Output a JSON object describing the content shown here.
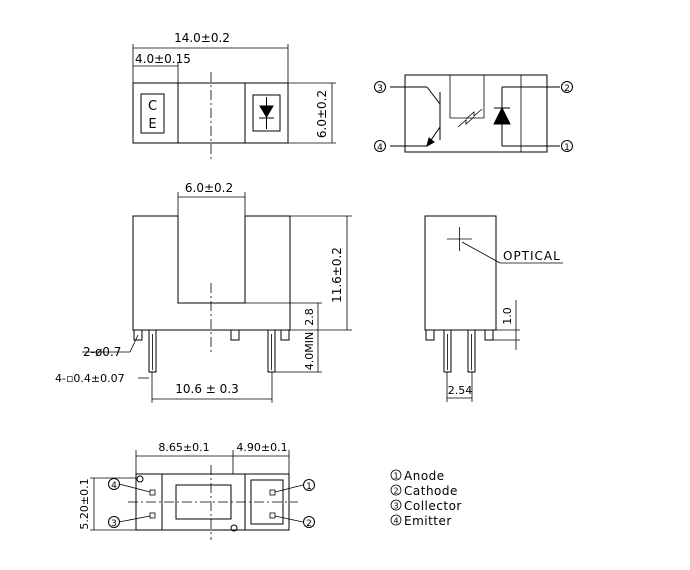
{
  "top_view": {
    "dim_length": "14.0±0.2",
    "dim_offset": "4.0±0.15",
    "dim_height": "6.0±0.2",
    "mark_line1": "C",
    "mark_line2": "E"
  },
  "front_view": {
    "dim_slot_width": "6.0±0.2",
    "dim_body_height": "11.6±0.2",
    "dim_slot_bottom": "2.8",
    "dim_lead_length": "4.0MIN",
    "dim_pins_round": "2-ø0.7",
    "dim_pins_square": "4-▫0.4±0.07",
    "dim_pin_spacing": "10.6 ± 0.3"
  },
  "side_view": {
    "optical_label": "OPTICAL",
    "dim_standoff": "1.0",
    "dim_pitch": "2.54"
  },
  "bottom_view": {
    "dim_left": "8.65±0.1",
    "dim_right": "4.90±0.1",
    "dim_width": "5.20±0.1"
  },
  "schematic": {
    "pin1": "1",
    "pin2": "2",
    "pin3": "3",
    "pin4": "4"
  },
  "legend": [
    {
      "num": "1",
      "label": "Anode"
    },
    {
      "num": "2",
      "label": "Cathode"
    },
    {
      "num": "3",
      "label": "Collector"
    },
    {
      "num": "4",
      "label": "Emitter"
    }
  ]
}
